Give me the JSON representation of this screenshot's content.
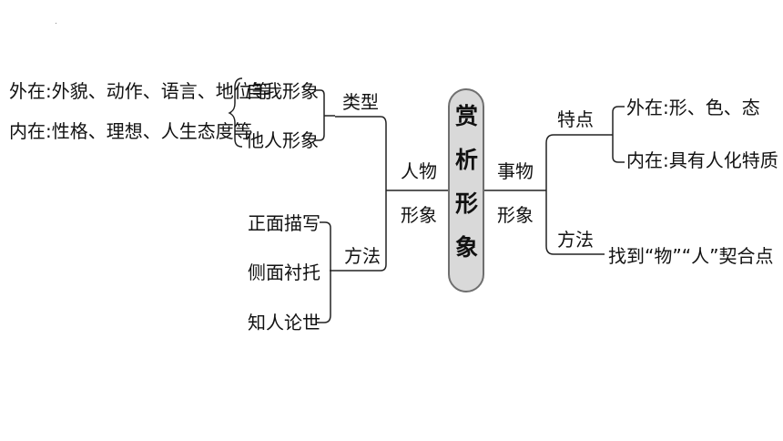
{
  "center": {
    "chars": [
      "赏",
      "析",
      "形",
      "象"
    ]
  },
  "character": {
    "label_top": "人物",
    "label_bottom": "形象",
    "types": {
      "label": "类型",
      "items": [
        "自我形象",
        "他人形象"
      ],
      "notes": [
        "外在:外貌、动作、语言、地位等",
        "内在:性格、理想、人生态度等"
      ]
    },
    "methods": {
      "label": "方法",
      "items": [
        "正面描写",
        "侧面衬托",
        "知人论世"
      ]
    }
  },
  "object": {
    "label_top": "事物",
    "label_bottom": "形象",
    "features": {
      "label": "特点",
      "items": [
        "外在:形、色、态",
        "内在:具有人化特质"
      ]
    },
    "method": {
      "label": "方法",
      "text": "找到“物”“人”契合点"
    }
  },
  "colors": {
    "pill_fill": "#d9d9d9",
    "pill_border": "#6f6f6f",
    "line": "#222222",
    "text": "#111111"
  }
}
